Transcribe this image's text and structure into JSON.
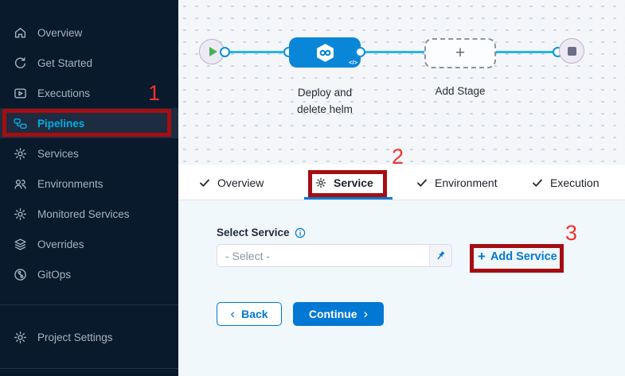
{
  "annotations": {
    "step1": "1",
    "step2": "2",
    "step3": "3"
  },
  "colors": {
    "accent": "#0278d5",
    "sidebar_bg": "#081a2c",
    "sidebar_active_text": "#00ade4",
    "annotation_border": "#a40e12",
    "annotation_text": "#f4312d",
    "node_blue": "#0a86d8",
    "connector_line": "#29b4e8"
  },
  "sidebar": {
    "items": [
      {
        "label": "Overview"
      },
      {
        "label": "Get Started"
      },
      {
        "label": "Executions"
      },
      {
        "label": "Pipelines",
        "active": true
      },
      {
        "label": "Services"
      },
      {
        "label": "Environments"
      },
      {
        "label": "Monitored Services"
      },
      {
        "label": "Overrides"
      },
      {
        "label": "GitOps"
      }
    ],
    "footer_item": {
      "label": "Project Settings"
    }
  },
  "pipeline": {
    "stage_label": "Deploy and delete helm",
    "add_stage_label": "Add Stage",
    "add_stage_plus": "+",
    "code_glyph": "</>"
  },
  "tabs": [
    {
      "label": "Overview"
    },
    {
      "label": "Service",
      "active": true
    },
    {
      "label": "Environment"
    },
    {
      "label": "Execution"
    }
  ],
  "form": {
    "select_label": "Select Service",
    "select_placeholder": "- Select -",
    "add_service_plus": "+",
    "add_service_label": "Add Service",
    "back_chevron": "‹",
    "back_label": "Back",
    "continue_label": "Continue",
    "continue_chevron": "›"
  }
}
